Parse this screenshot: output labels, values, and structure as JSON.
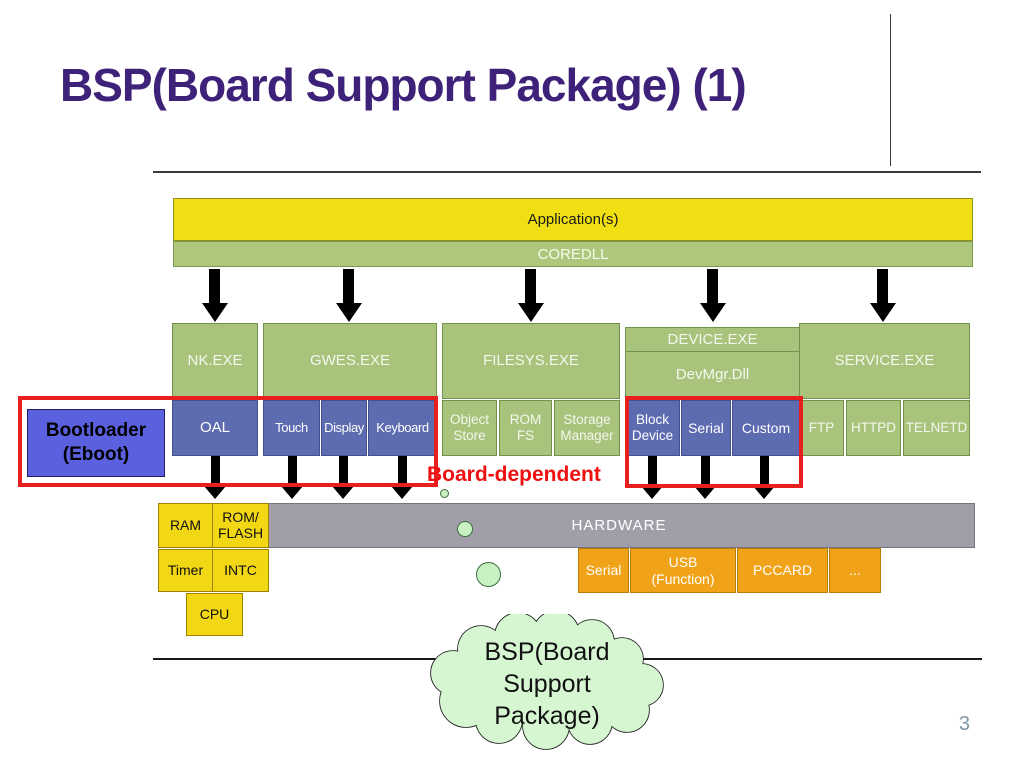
{
  "title": "BSP(Board Support Package) (1)",
  "page_number": "3",
  "layers": {
    "application": "Application(s)",
    "coredll": "COREDLL",
    "hardware": "HARDWARE"
  },
  "processes": {
    "nk": "NK.EXE",
    "gwes": "GWES.EXE",
    "filesys": "FILESYS.EXE",
    "device": "DEVICE.EXE",
    "devmgr": "DevMgr.Dll",
    "service": "SERVICE.EXE"
  },
  "modules": {
    "oal": "OAL",
    "touch": "Touch",
    "display": "Display",
    "keyboard": "Keyboard",
    "object_store": "Object Store",
    "rom_fs": "ROM FS",
    "storage_manager": "Storage Manager",
    "block_device": "Block Device",
    "serial": "Serial",
    "custom": "Custom",
    "ftp": "FTP",
    "httpd": "HTTPD",
    "telnetd": "TELNETD"
  },
  "hardware_items": {
    "ram": "RAM",
    "rom_flash_line1": "ROM/",
    "rom_flash_line2": "FLASH",
    "timer": "Timer",
    "intc": "INTC",
    "cpu": "CPU",
    "serial": "Serial",
    "usb_line1": "USB",
    "usb_line2": "(Function)",
    "pccard": "PCCARD",
    "more": "..."
  },
  "annotations": {
    "bootloader_line1": "Bootloader",
    "bootloader_line2": "(Eboot)",
    "board_dependent": "Board-dependent",
    "cloud_line1": "BSP(Board",
    "cloud_line2": "Support",
    "cloud_line3": "Package)"
  },
  "colors": {
    "title": "#3e2179",
    "application_yellow": "#f0df12",
    "os_green": "#a7c37c",
    "driver_blue": "#5d6bb0",
    "bootloader_blue": "#5b61de",
    "hardware_gray": "#a19eaa",
    "hardware_yellow": "#f2d714",
    "peripheral_orange": "#f0a318",
    "annotation_red": "#e81f1f",
    "cloud_green": "#d6f6d2"
  }
}
